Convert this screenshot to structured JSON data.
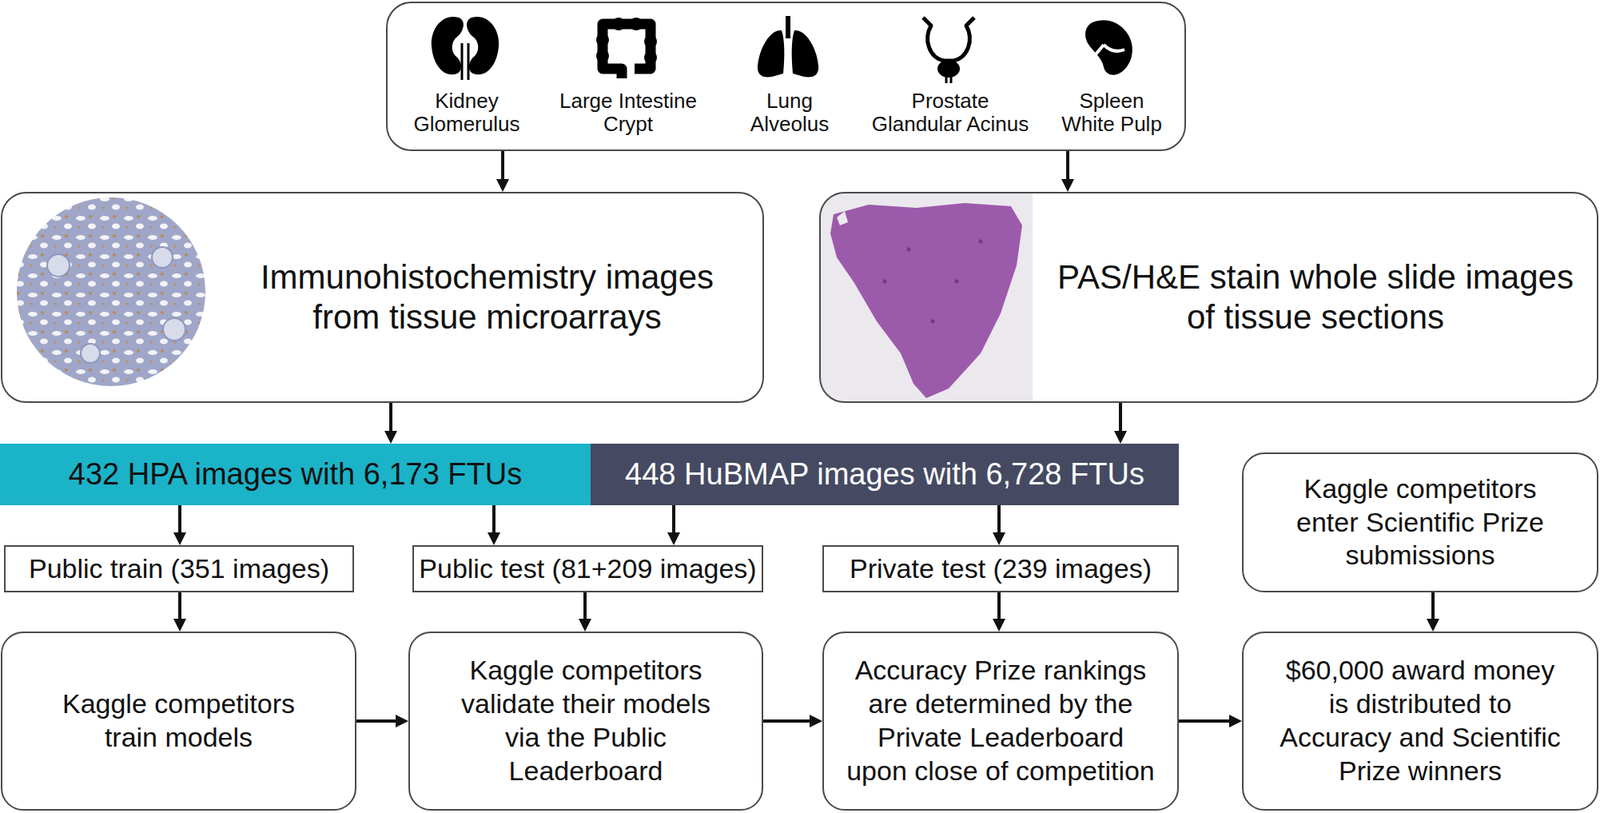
{
  "diagram": {
    "nodes": [
      {
        "text": [
          "Kidney Glomerulus",
          "Large Intestine Crypt",
          "Lung Alveolus",
          "Prostate Glandular Acinus",
          "Spleen White Pulp"
        ]
      },
      {
        "text": [
          "Immunohistochemistry images from tissue microarrays"
        ]
      },
      {
        "text": [
          "PAS/H&E stain whole slide images of tissue sections"
        ]
      },
      {
        "text": [
          "432 HPA images with 6,173 FTUs"
        ]
      },
      {
        "text": [
          "448 HuBMAP images with 6,728 FTUs"
        ]
      },
      {
        "text": [
          "Kaggle competitors enter Scientific Prize submissions"
        ]
      },
      {
        "text": [
          "Public train (351 images)"
        ]
      },
      {
        "text": [
          "Public test (81+209 images)"
        ]
      },
      {
        "text": [
          "Private test (239 images)"
        ]
      },
      {
        "text": [
          "Kaggle competitors train models"
        ]
      },
      {
        "text": [
          "Kaggle competitors validate their models via the Public Leaderboard"
        ]
      },
      {
        "text": [
          "Accuracy Prize rankings are determined by the Private Leaderboard upon close of competition"
        ]
      },
      {
        "text": [
          "$60,000 award money is distributed to Accuracy and Scientific Prize winners"
        ]
      }
    ],
    "edges": [
      {
        "from": 0,
        "to": 1,
        "arrow": "to"
      },
      {
        "from": 0,
        "to": 2,
        "arrow": "to"
      },
      {
        "from": 1,
        "to": 3,
        "arrow": "to"
      },
      {
        "from": 2,
        "to": 4,
        "arrow": "to"
      },
      {
        "from": 3,
        "to": 6,
        "arrow": "to"
      },
      {
        "from": 3,
        "to": 7,
        "arrow": "to"
      },
      {
        "from": 4,
        "to": 7,
        "arrow": "to"
      },
      {
        "from": 4,
        "to": 8,
        "arrow": "to"
      },
      {
        "from": 6,
        "to": 9,
        "arrow": "to"
      },
      {
        "from": 7,
        "to": 10,
        "arrow": "to"
      },
      {
        "from": 8,
        "to": 11,
        "arrow": "to"
      },
      {
        "from": 5,
        "to": 12,
        "arrow": "to"
      },
      {
        "from": 9,
        "to": 10,
        "arrow": "to"
      },
      {
        "from": 10,
        "to": 11,
        "arrow": "to"
      },
      {
        "from": 11,
        "to": 12,
        "arrow": "to"
      }
    ]
  }
}
